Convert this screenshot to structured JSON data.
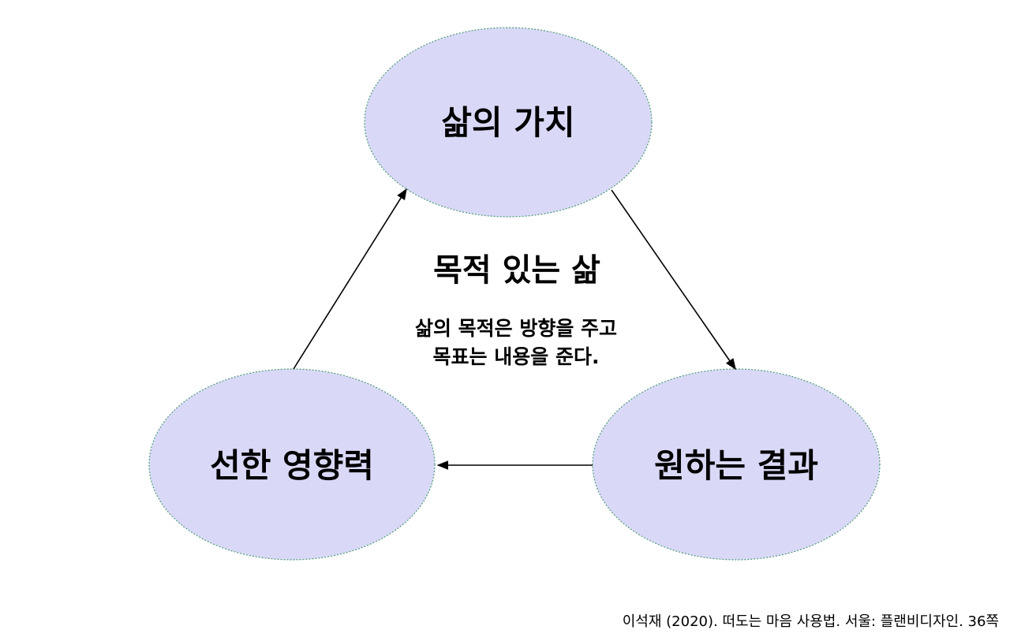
{
  "diagram": {
    "colors": {
      "ellipse_fill": "#d9d9f7",
      "ellipse_stroke": "#4f9a7a",
      "arrow": "#000000",
      "text": "#000000"
    },
    "nodes": {
      "top": {
        "label": "삶의 가치"
      },
      "bottom_left": {
        "label": "선한 영향력"
      },
      "bottom_right": {
        "label": "원하는 결과"
      }
    },
    "center": {
      "title": "목적 있는 삶",
      "description_line1": "삶의 목적은 방향을 주고",
      "description_line2": "목표는 내용을 준다."
    },
    "arrows": [
      {
        "from": "top",
        "to": "bottom_right"
      },
      {
        "from": "bottom_right",
        "to": "bottom_left"
      },
      {
        "from": "bottom_left",
        "to": "top"
      }
    ]
  },
  "citation": "이석재 (2020). 떠도는 마음 사용법. 서울: 플랜비디자인. 36쪽"
}
